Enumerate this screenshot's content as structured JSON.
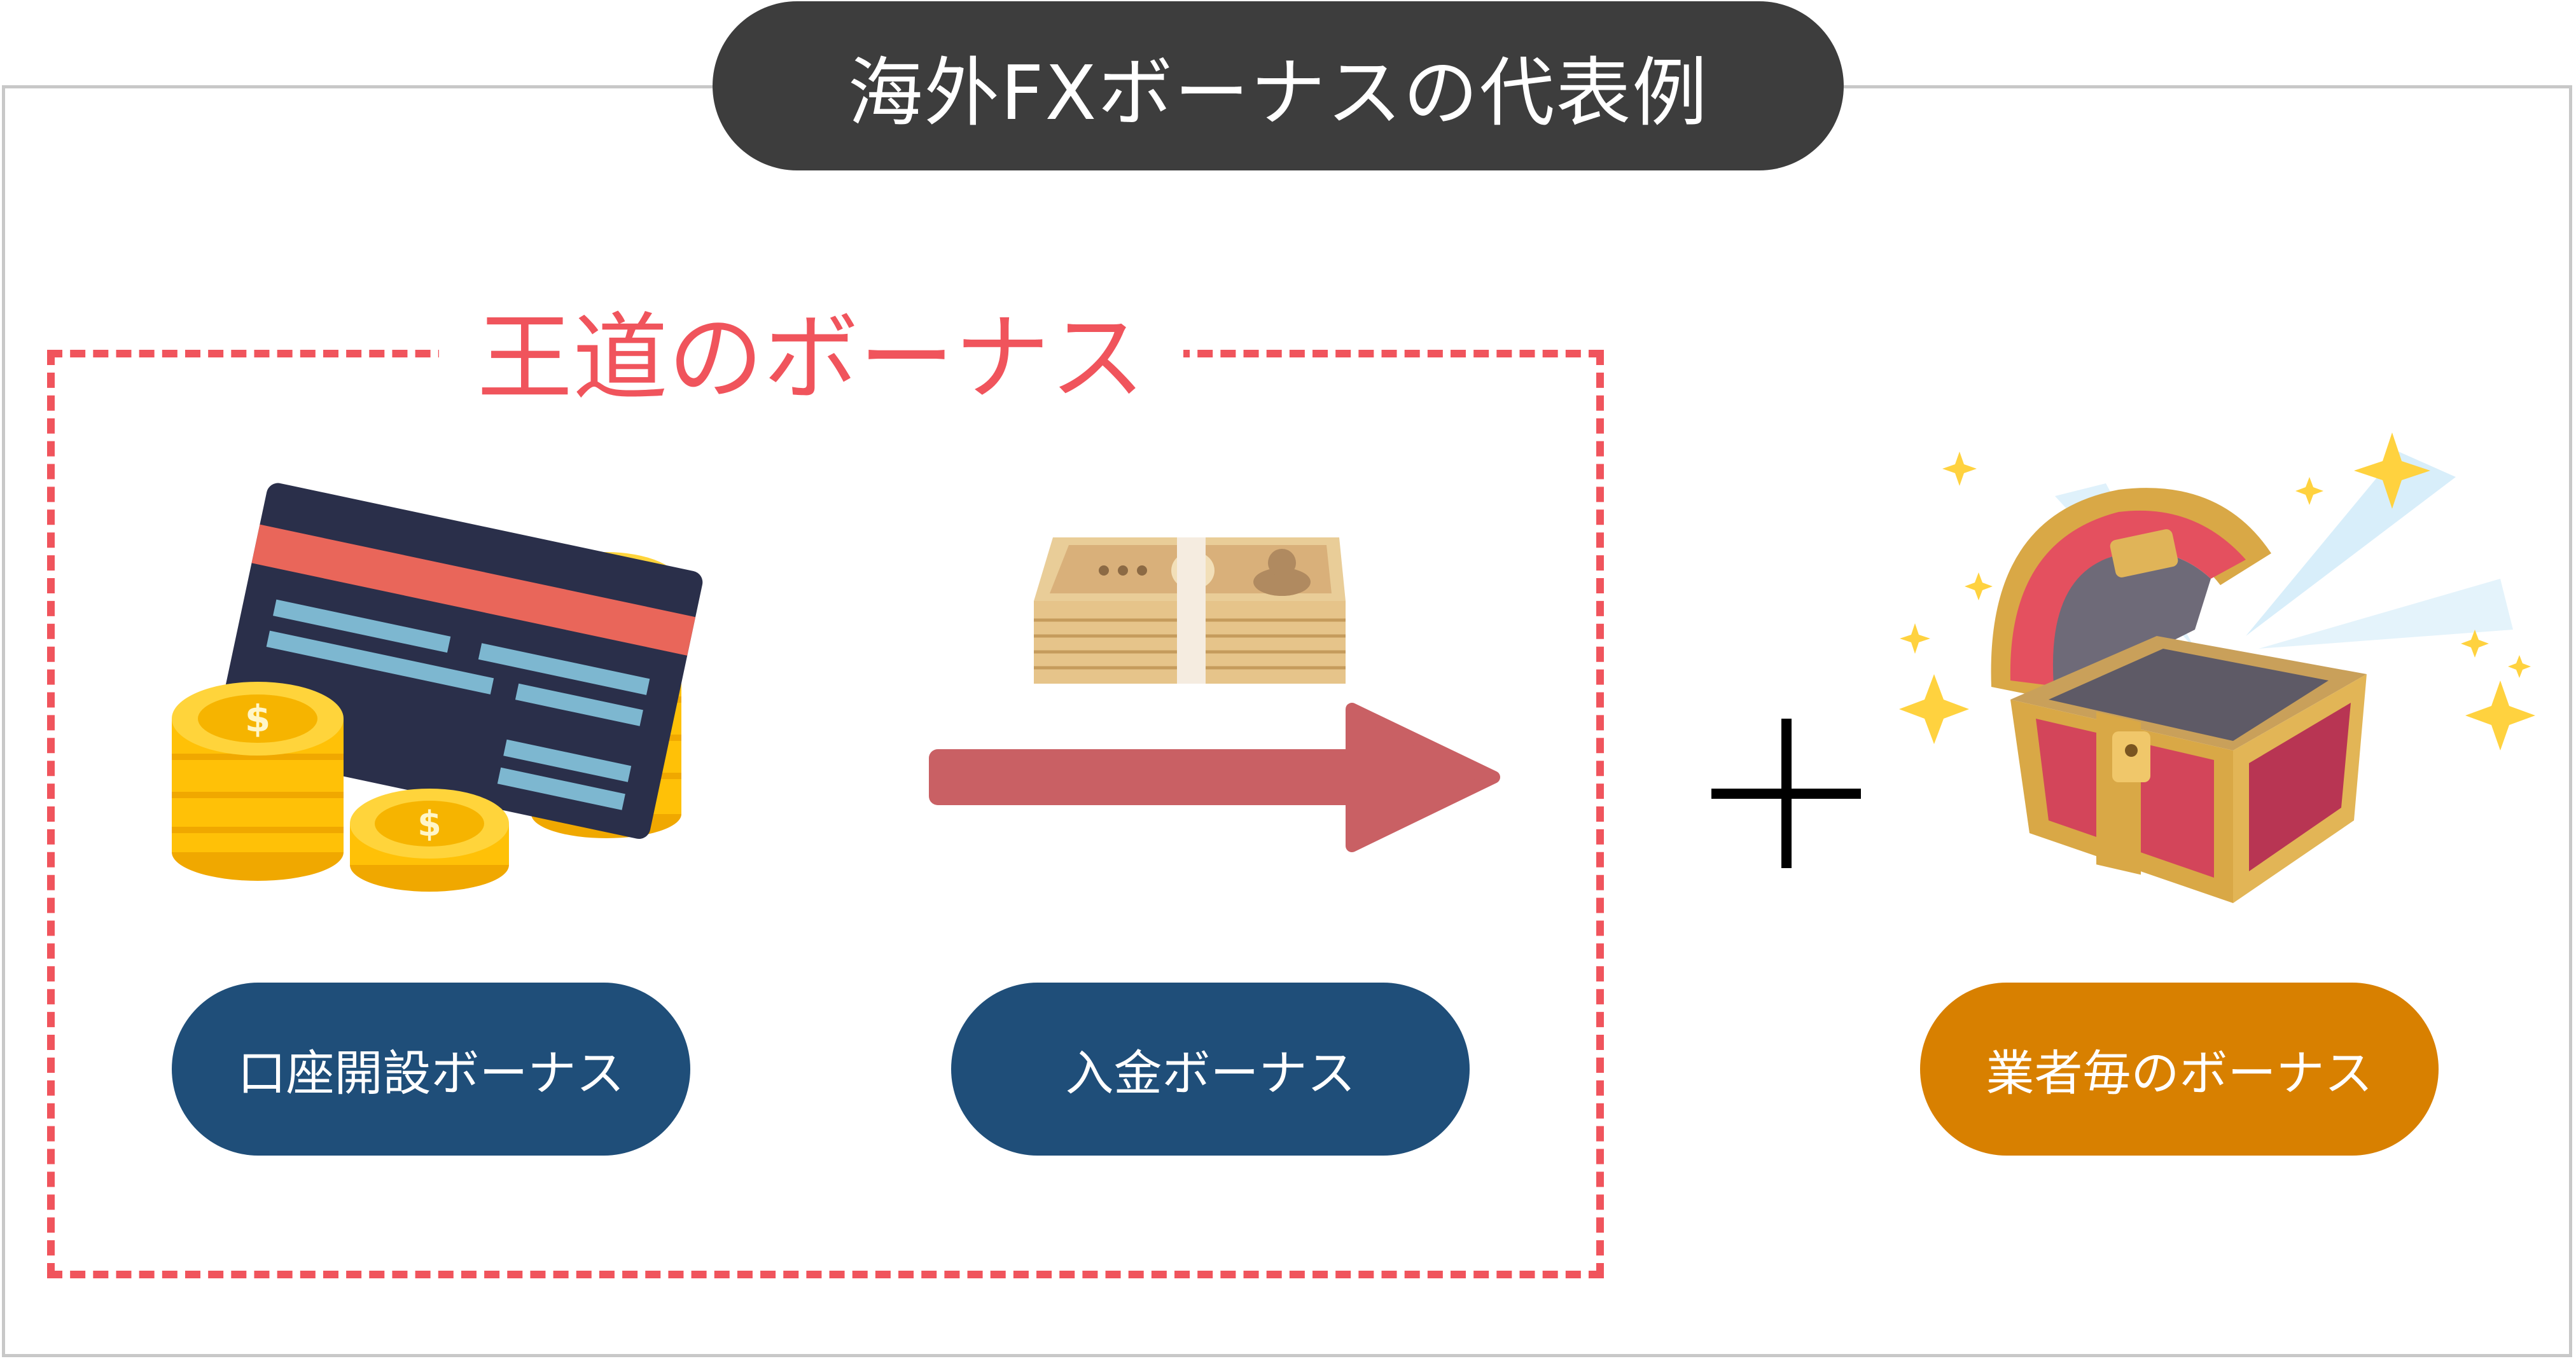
{
  "title": "海外FXボーナスの代表例",
  "main_group": {
    "label": "王道のボーナス"
  },
  "plus_symbol": "+",
  "bonuses": [
    {
      "label": "口座開設ボーナス",
      "color": "#1f4e79"
    },
    {
      "label": "入金ボーナス",
      "color": "#1f4e79"
    },
    {
      "label": "業者毎のボーナス",
      "color": "#d88000"
    }
  ],
  "icons": [
    "credit-card-with-coins",
    "banknote-stack",
    "arrow-right",
    "treasure-chest"
  ],
  "colors": {
    "accent_red": "#f0545c",
    "title_bg": "#3d3d3d",
    "arrow": "#c96064"
  }
}
